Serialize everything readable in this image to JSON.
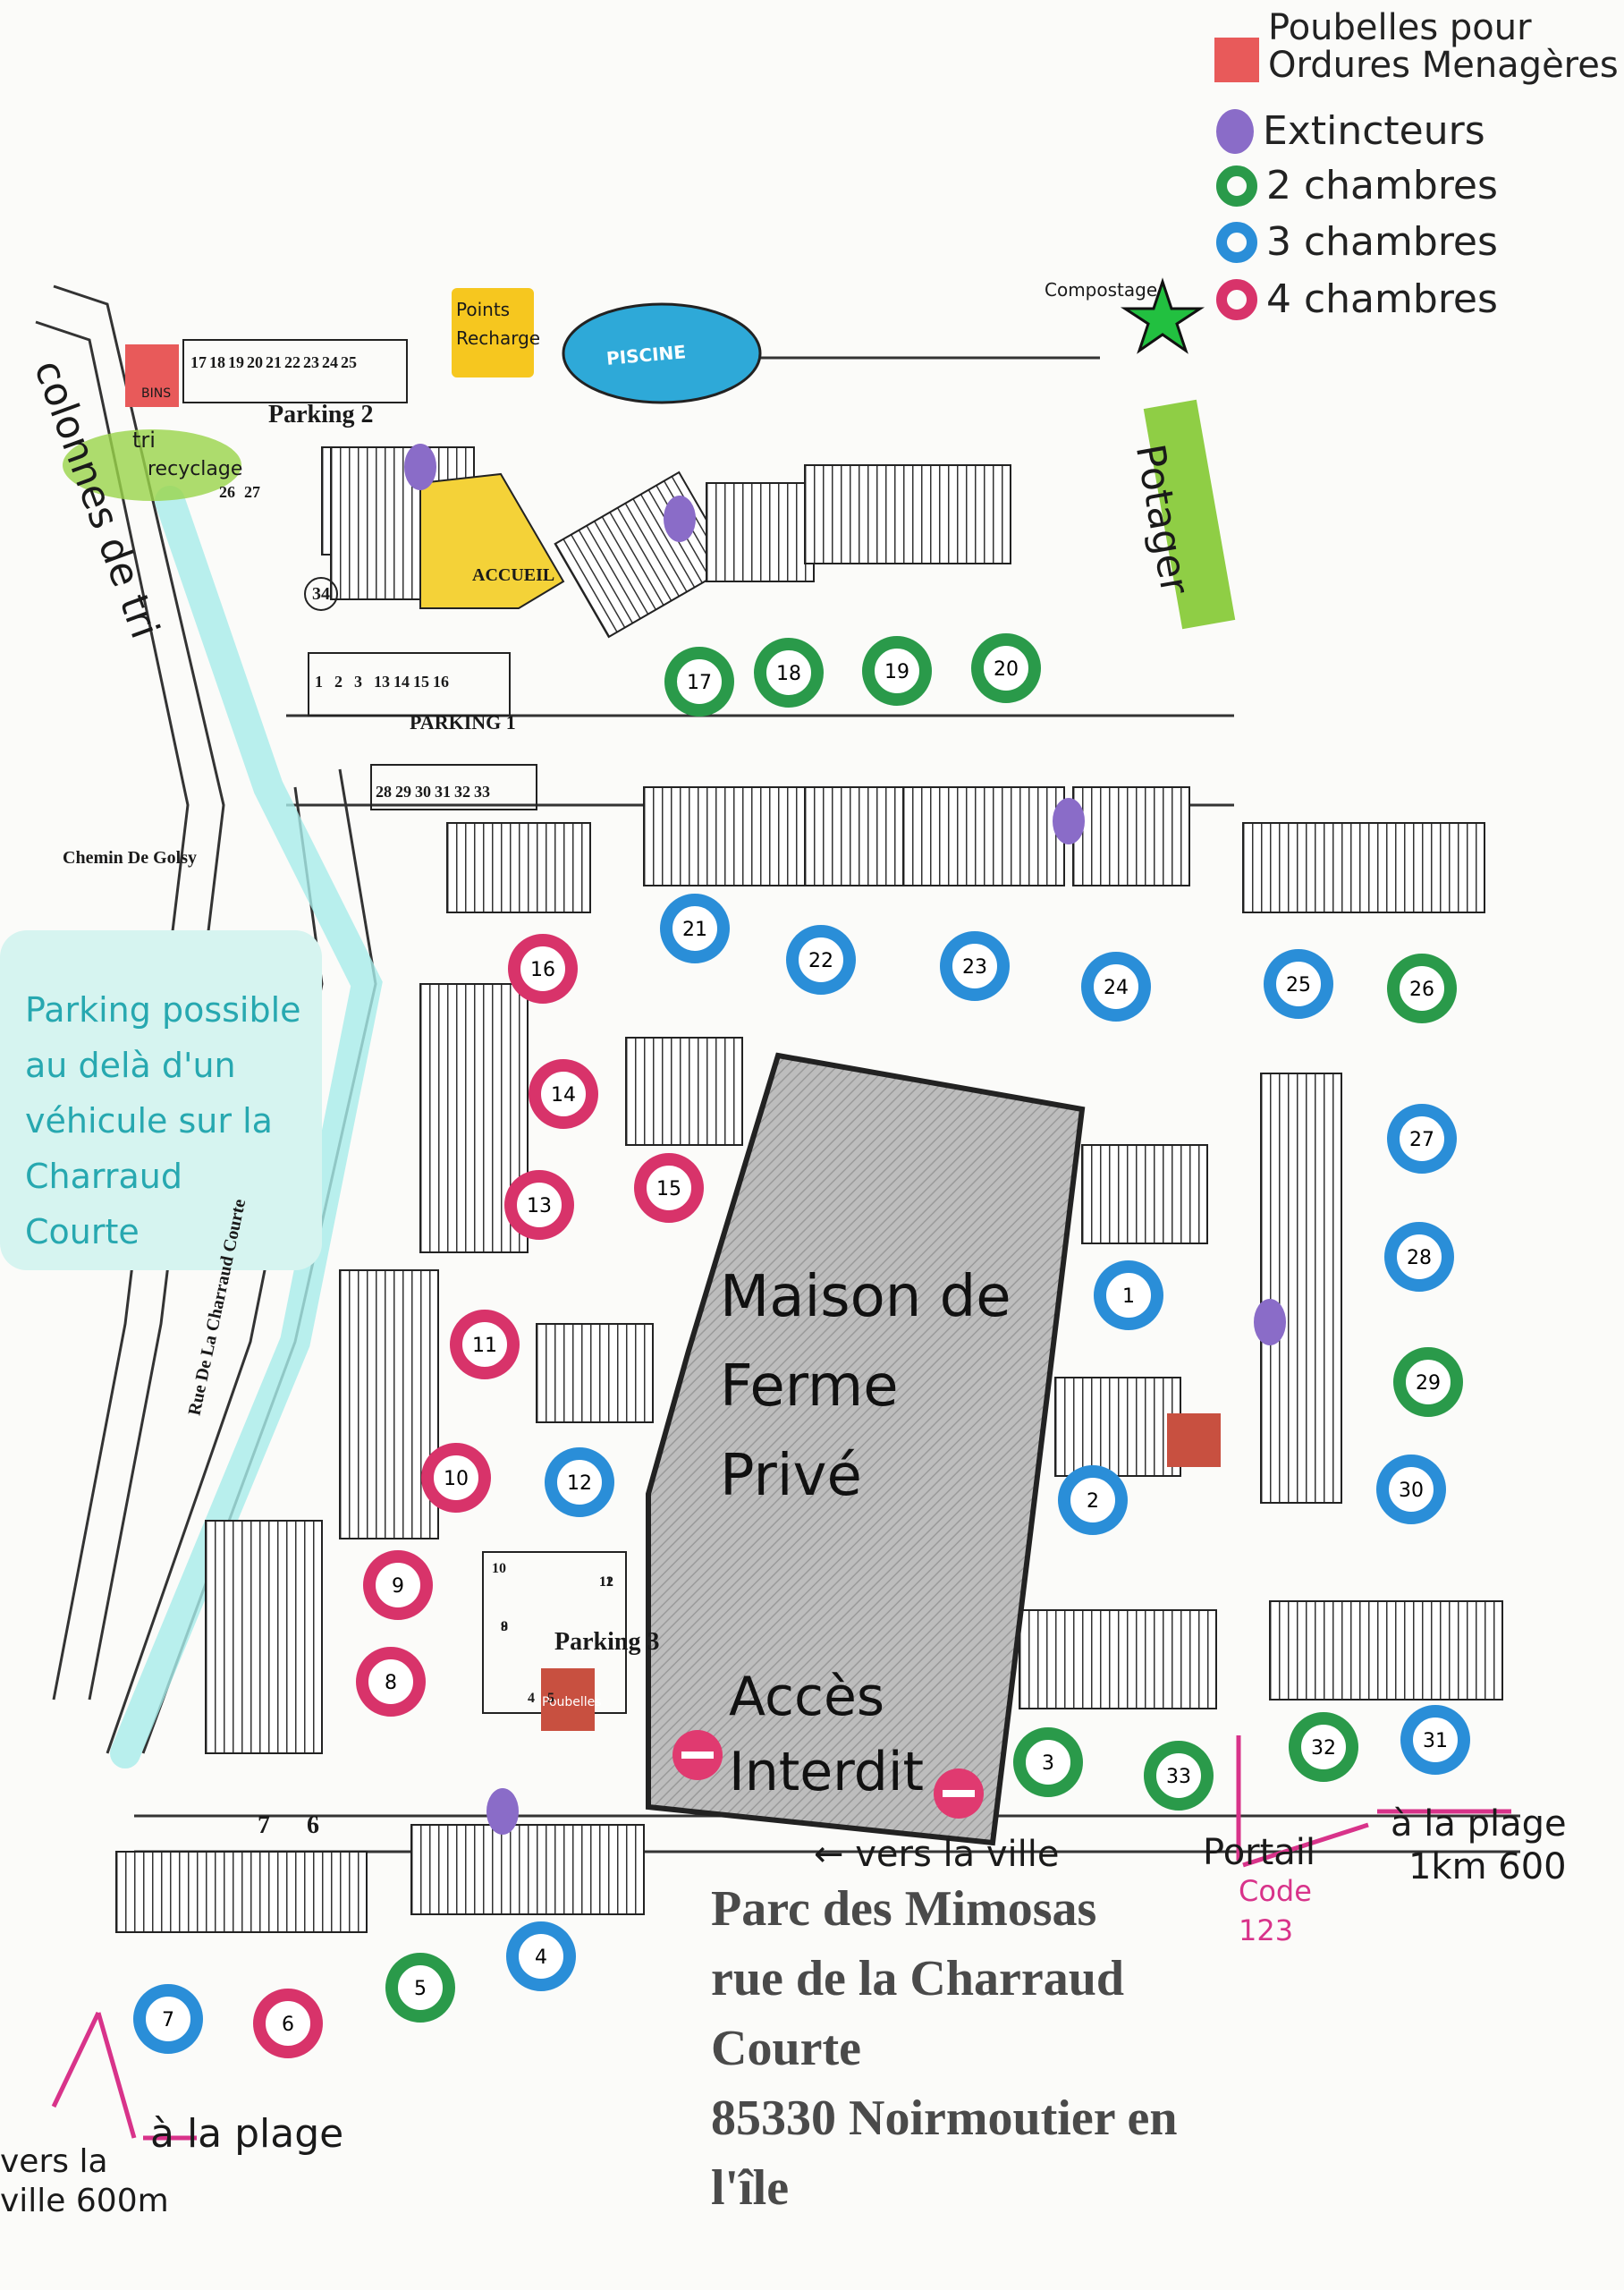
{
  "legend": [
    {
      "label": "Poubelles pour\nOrdures Menagères",
      "color": "#e85a5a",
      "shape": "square"
    },
    {
      "label": "Extincteurs",
      "color": "#8a6cc8",
      "shape": "blob"
    },
    {
      "label": "2 chambres",
      "color": "#2a9a4a",
      "shape": "ring"
    },
    {
      "label": "3 chambres",
      "color": "#2a8ed8",
      "shape": "ring"
    },
    {
      "label": "4 chambres",
      "color": "#d8336a",
      "shape": "ring"
    }
  ],
  "labels": {
    "points_recharge": "Points\nRecharge",
    "compostage": "Compostage",
    "piscine": "PISCINE",
    "parking2": "Parking 2",
    "parking1": "PARKING 1",
    "parking3": "Parking 3",
    "accueil": "ACCUEIL",
    "tri": "tri",
    "recyclage": "recyclage",
    "colonnes": "colonnes de tri",
    "potager": "Potager",
    "chemin": "Chemin De Golsy",
    "rue": "Rue De La Charraud Courte",
    "maison": "Maison de\nFerme\nPrivé",
    "acces": "Accès\nInterdit",
    "vers_ville": "← vers la ville",
    "portail": "Portail",
    "code": "Code\n123",
    "plage_right": "à la plage\n1km 600",
    "plage_left": "à la plage",
    "ville_left": "vers la\nville 600m",
    "bins": "BINS",
    "poubelles": "Poubelles"
  },
  "info": "Parking possible\nau delà d'un\nvéhicule sur la\nCharraud\nCourte",
  "address": "Parc des Mimosas\nrue de la Charraud Courte\n85330 Noirmoutier en l'île",
  "parking_numbers": {
    "p2": [
      "17",
      "18",
      "19",
      "20",
      "21",
      "22",
      "23",
      "24",
      "25"
    ],
    "p2b": [
      "26",
      "27"
    ],
    "p1": [
      "1",
      "2",
      "3",
      "13",
      "14",
      "15",
      "16"
    ],
    "p1b": [
      "28",
      "29",
      "30",
      "31",
      "32",
      "33"
    ],
    "p3": [
      "10",
      "11",
      "12",
      "9",
      "8",
      "4",
      "5"
    ],
    "p4": [
      "7",
      "6"
    ],
    "p34": "34"
  },
  "houses": [
    {
      "n": "17",
      "c": "#2a9a4a"
    },
    {
      "n": "18",
      "c": "#2a9a4a"
    },
    {
      "n": "19",
      "c": "#2a9a4a"
    },
    {
      "n": "20",
      "c": "#2a9a4a"
    },
    {
      "n": "21",
      "c": "#2a8ed8"
    },
    {
      "n": "22",
      "c": "#2a8ed8"
    },
    {
      "n": "23",
      "c": "#2a8ed8"
    },
    {
      "n": "24",
      "c": "#2a8ed8"
    },
    {
      "n": "25",
      "c": "#2a8ed8"
    },
    {
      "n": "26",
      "c": "#2a9a4a"
    },
    {
      "n": "27",
      "c": "#2a8ed8"
    },
    {
      "n": "28",
      "c": "#2a8ed8"
    },
    {
      "n": "29",
      "c": "#2a9a4a"
    },
    {
      "n": "30",
      "c": "#2a8ed8"
    },
    {
      "n": "16",
      "c": "#d8336a"
    },
    {
      "n": "14",
      "c": "#d8336a"
    },
    {
      "n": "13",
      "c": "#d8336a"
    },
    {
      "n": "15",
      "c": "#d8336a"
    },
    {
      "n": "1",
      "c": "#2a8ed8"
    },
    {
      "n": "11",
      "c": "#d8336a"
    },
    {
      "n": "10",
      "c": "#d8336a"
    },
    {
      "n": "12",
      "c": "#2a8ed8"
    },
    {
      "n": "2",
      "c": "#2a8ed8"
    },
    {
      "n": "9",
      "c": "#d8336a"
    },
    {
      "n": "8",
      "c": "#d8336a"
    },
    {
      "n": "3",
      "c": "#2a9a4a"
    },
    {
      "n": "33",
      "c": "#2a9a4a"
    },
    {
      "n": "32",
      "c": "#2a9a4a"
    },
    {
      "n": "31",
      "c": "#2a8ed8"
    },
    {
      "n": "4",
      "c": "#2a8ed8"
    },
    {
      "n": "5",
      "c": "#2a9a4a"
    },
    {
      "n": "6",
      "c": "#d8336a"
    },
    {
      "n": "7",
      "c": "#2a8ed8"
    }
  ]
}
